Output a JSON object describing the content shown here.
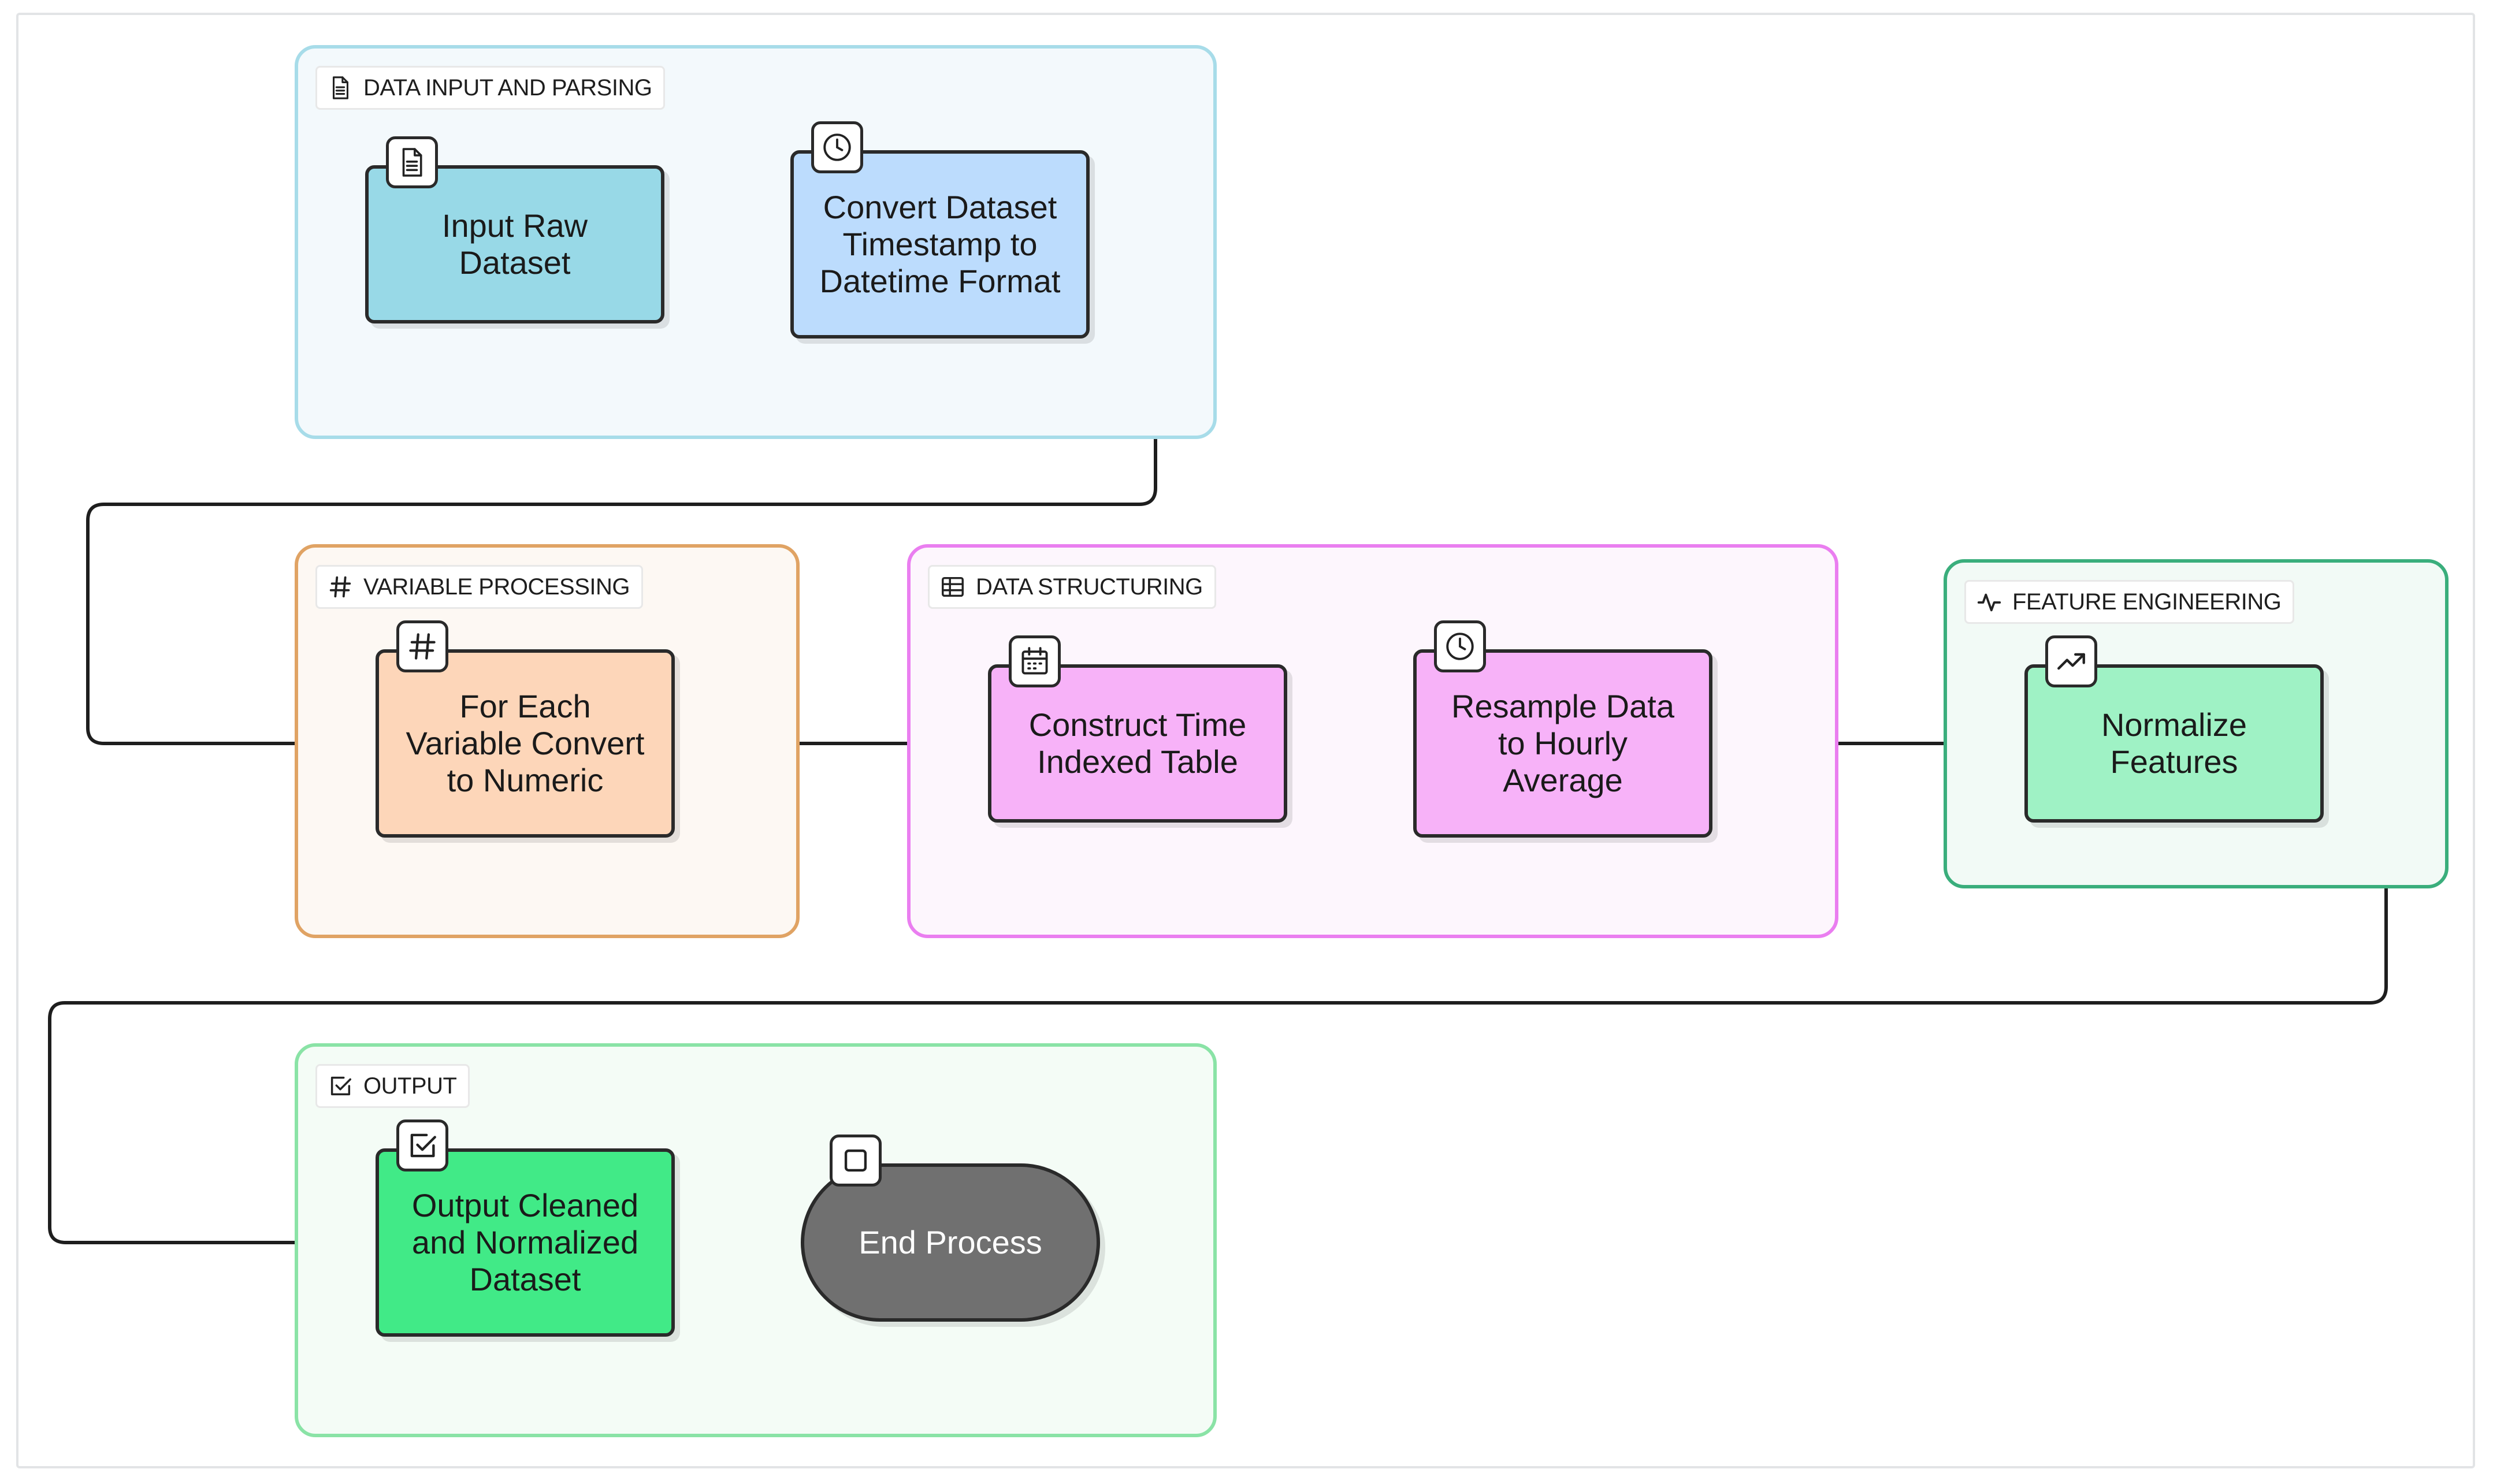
{
  "groups": {
    "input": {
      "label": "DATA INPUT AND PARSING",
      "icon": "document-icon",
      "border": "#a7dce9",
      "fill": "#f3f9fc"
    },
    "variable": {
      "label": "VARIABLE PROCESSING",
      "icon": "hash-icon",
      "border": "#e0a364",
      "fill": "#fdf8f3"
    },
    "structuring": {
      "label": "DATA STRUCTURING",
      "icon": "table-icon",
      "border": "#ea7ef0",
      "fill": "#fdf6fd"
    },
    "feature": {
      "label": "FEATURE ENGINEERING",
      "icon": "activity-icon",
      "border": "#3aae7c",
      "fill": "#f2faf6"
    },
    "output": {
      "label": "OUTPUT",
      "icon": "checkbox-icon",
      "border": "#8ae3a6",
      "fill": "#f4fcf6"
    }
  },
  "nodes": {
    "input_raw": {
      "label": "Input Raw\nDataset",
      "icon": "document-icon",
      "fill": "#98d9e7"
    },
    "convert_timestamp": {
      "label": "Convert Dataset\nTimestamp to\nDatetime Format",
      "icon": "clock-icon",
      "fill": "#bcdcfd"
    },
    "convert_numeric": {
      "label": "For Each\nVariable Convert\nto Numeric",
      "icon": "hash-icon",
      "fill": "#fdd6b9"
    },
    "time_indexed": {
      "label": "Construct Time\nIndexed Table",
      "icon": "calendar-icon",
      "fill": "#f7b2f8"
    },
    "resample": {
      "label": "Resample Data\nto Hourly\nAverage",
      "icon": "clock-icon",
      "fill": "#f7b2f8"
    },
    "normalize": {
      "label": "Normalize\nFeatures",
      "icon": "trending-up-icon",
      "fill": "#9ff2c5"
    },
    "output_clean": {
      "label": "Output Cleaned\nand Normalized\nDataset",
      "icon": "checkbox-icon",
      "fill": "#41ea87"
    },
    "end": {
      "label": "End Process",
      "icon": "square-icon",
      "fill": "#707070"
    }
  },
  "colors": {
    "edge": "#1e1e1e",
    "end_text": "#ffffff"
  }
}
